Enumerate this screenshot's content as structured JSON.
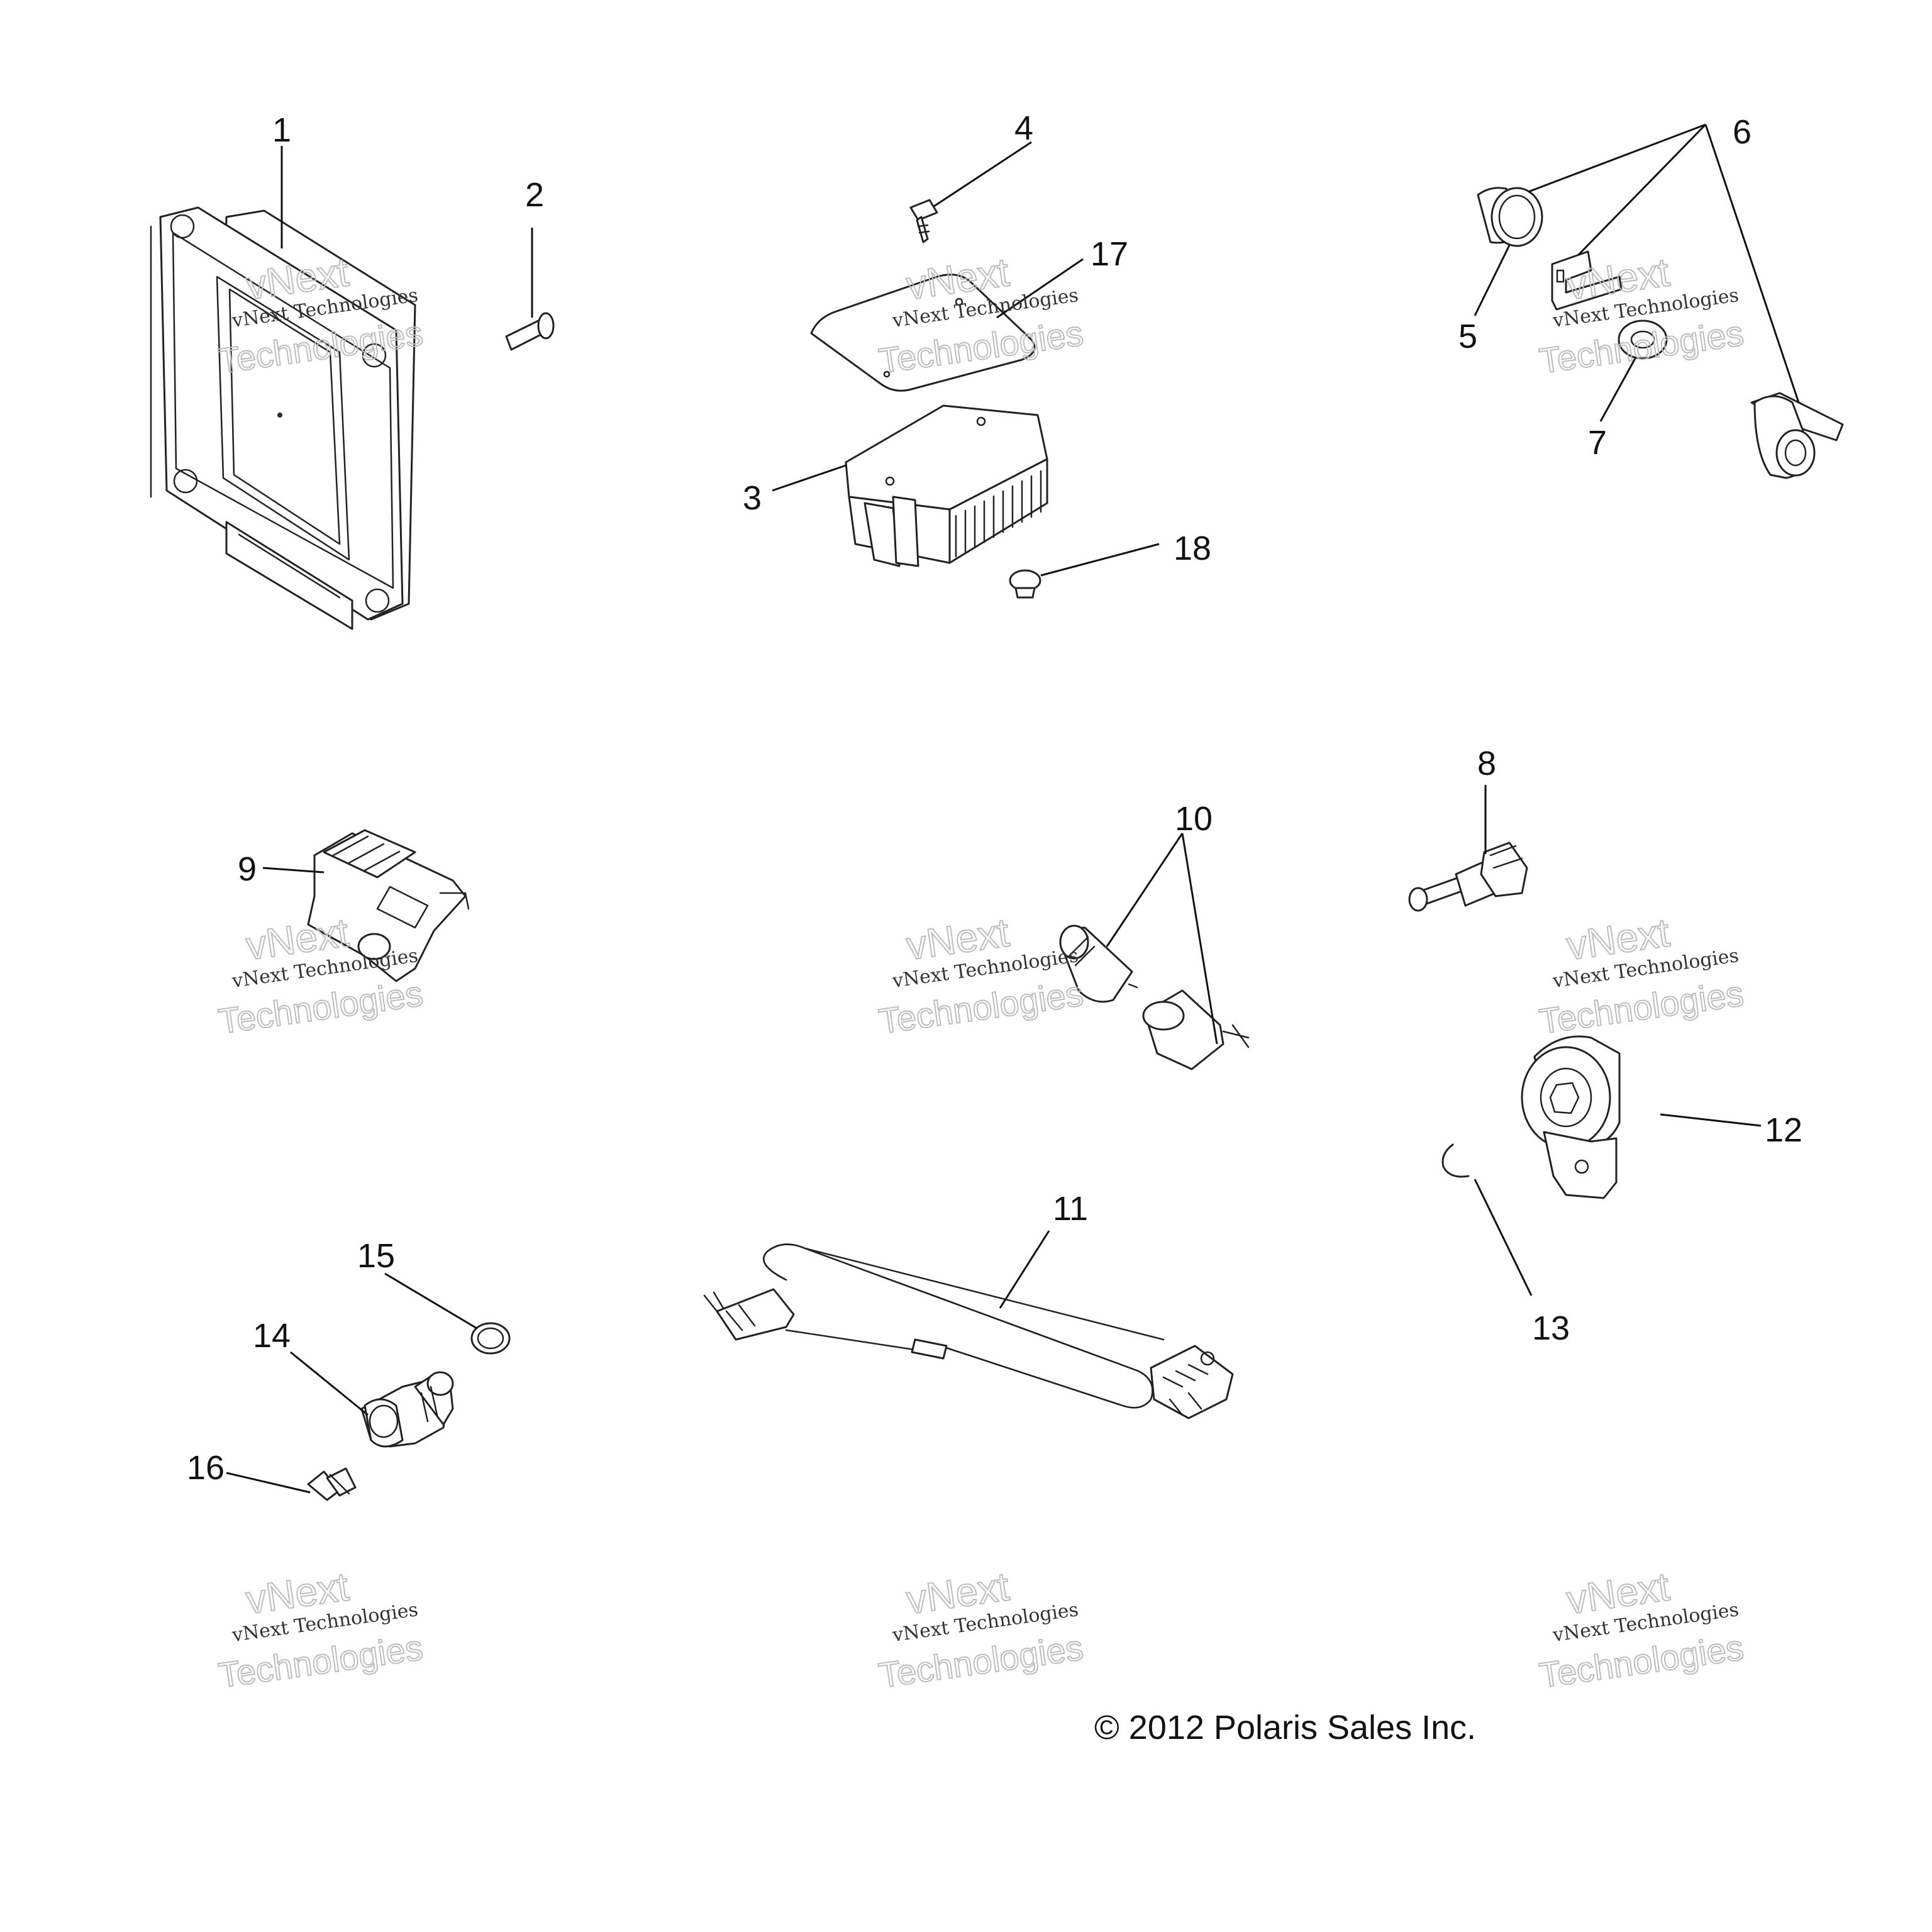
{
  "callouts": {
    "c1": "1",
    "c2": "2",
    "c3": "3",
    "c4": "4",
    "c5": "5",
    "c6": "6",
    "c7": "7",
    "c8": "8",
    "c9": "9",
    "c10": "10",
    "c11": "11",
    "c12": "12",
    "c13": "13",
    "c14": "14",
    "c15": "15",
    "c16": "16",
    "c17": "17",
    "c18": "18"
  },
  "watermark": {
    "line1": "vNext Technologies",
    "line2": "vNext",
    "line3": "Technologies"
  },
  "copyright": "© 2012 Polaris Sales Inc.",
  "colors": {
    "line": "#222222",
    "watermark": "#bdbdbd",
    "background": "#ffffff"
  }
}
